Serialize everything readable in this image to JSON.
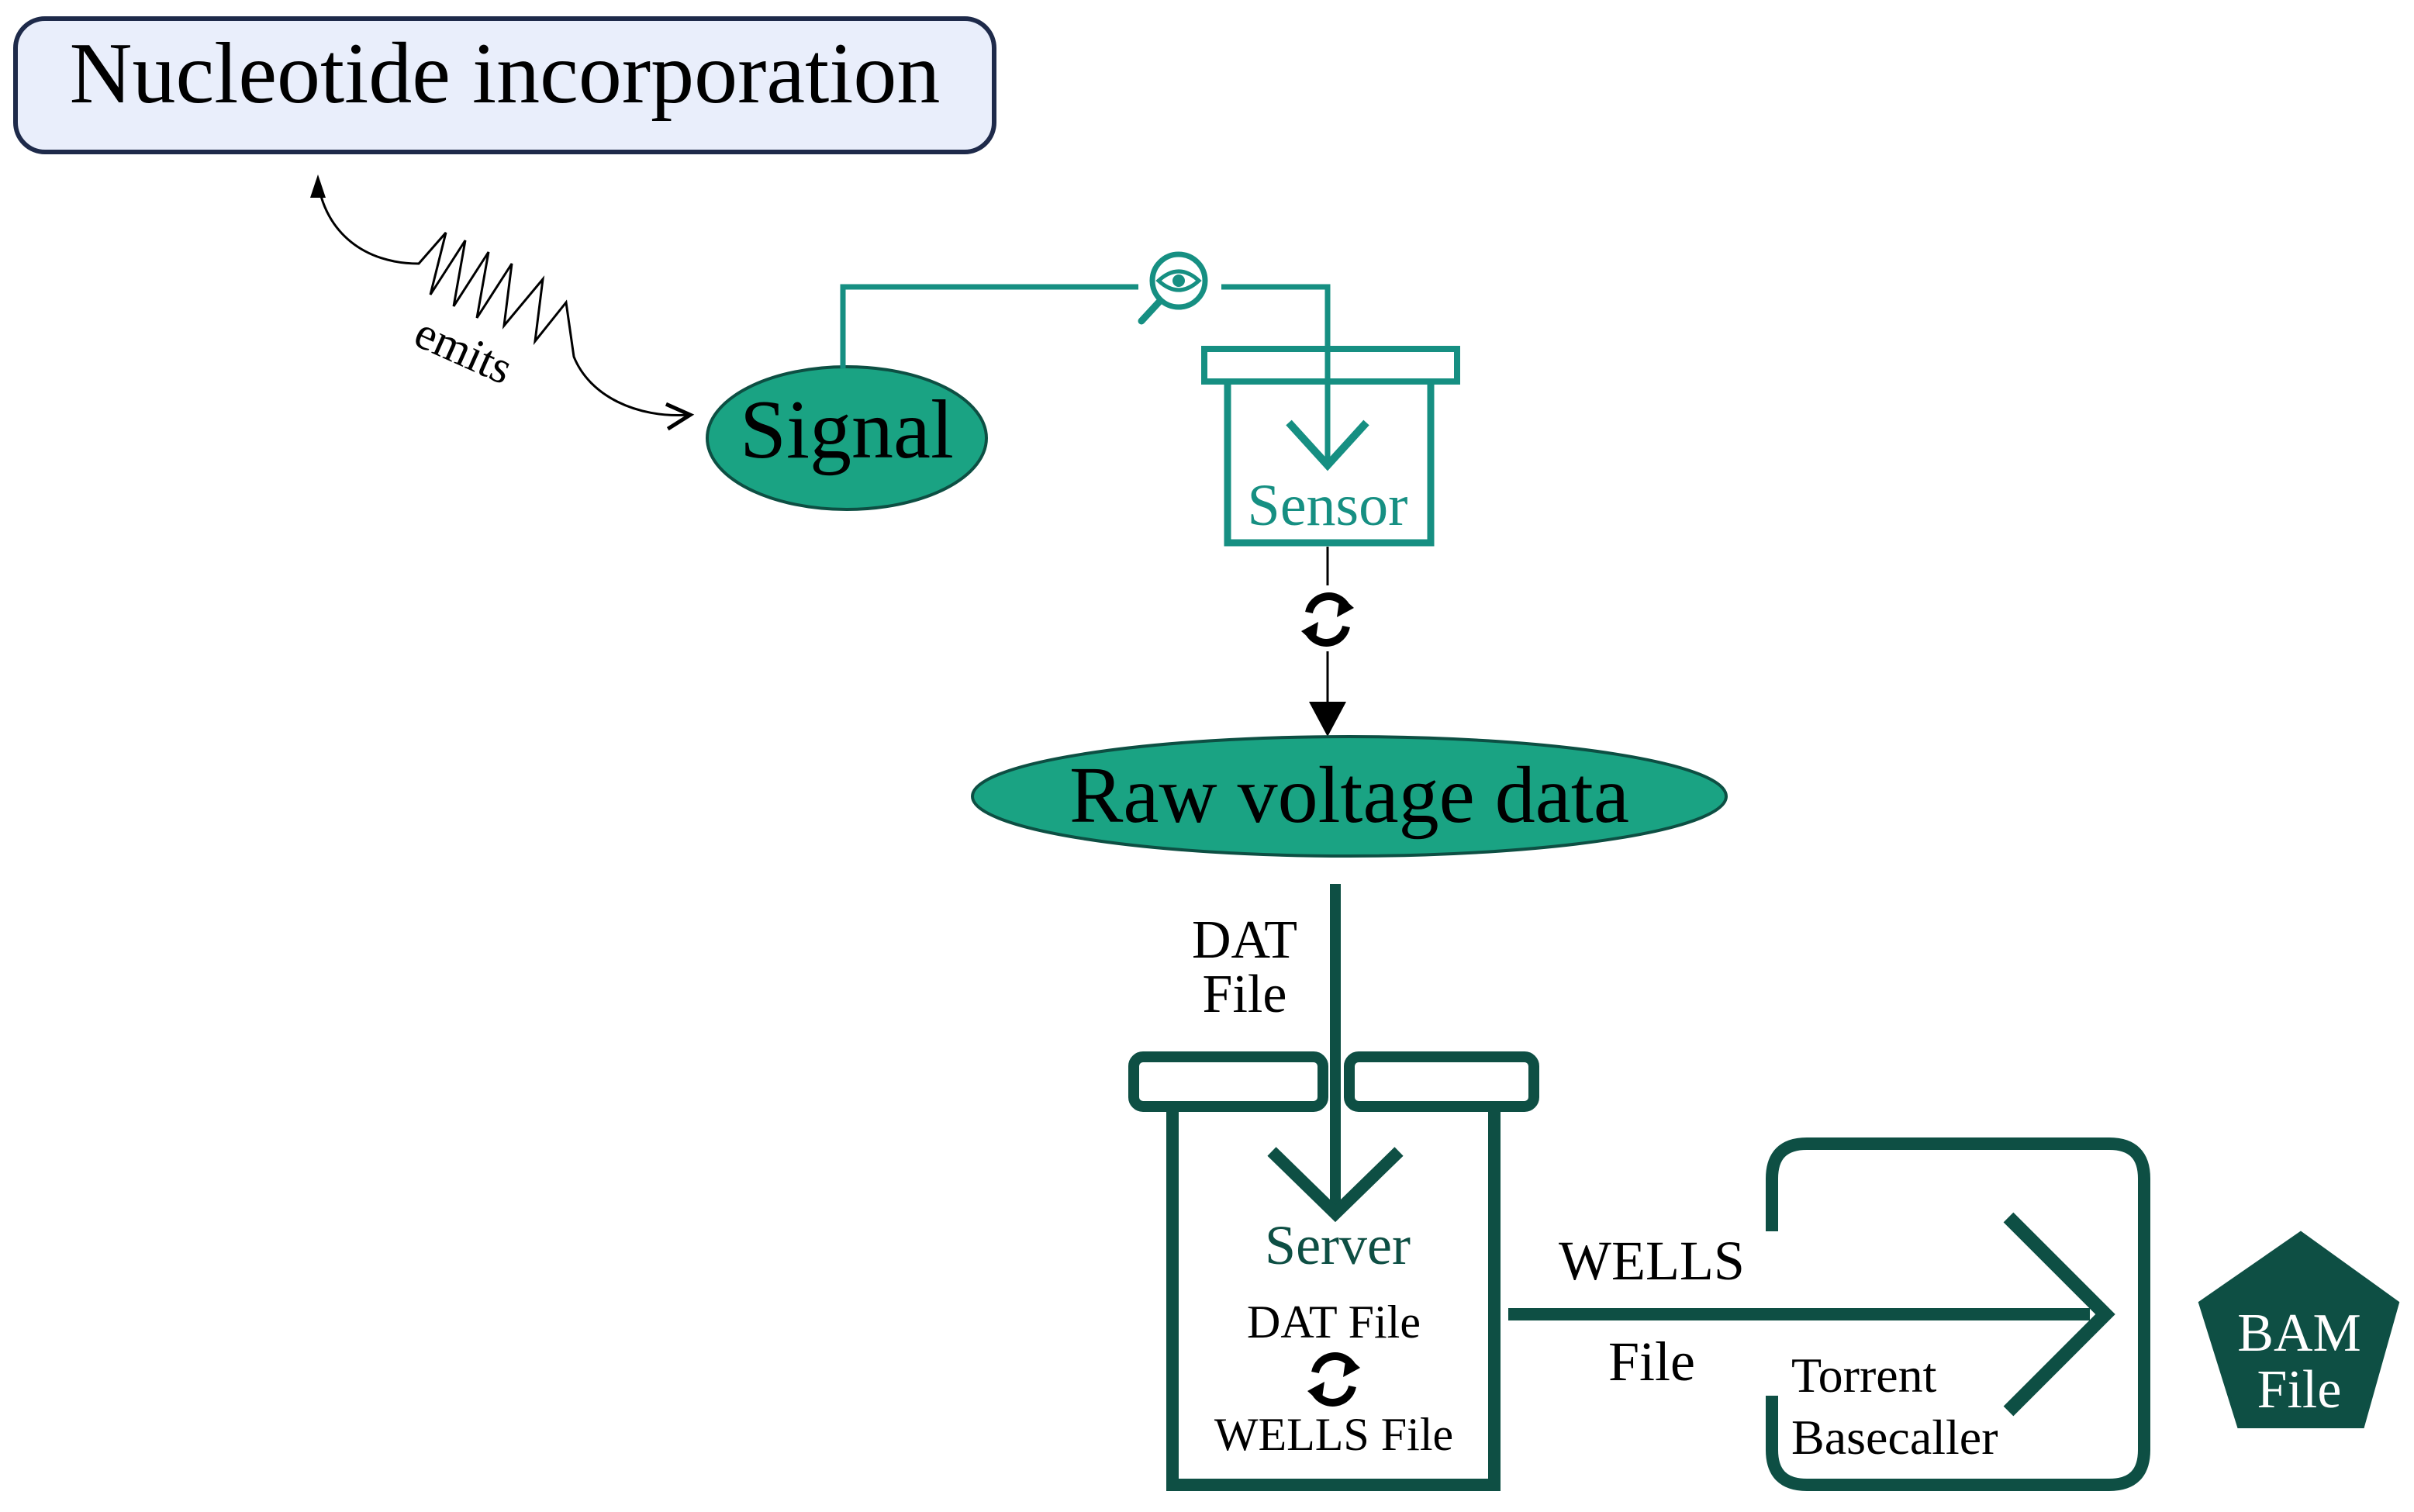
{
  "nodes": {
    "nucleotide": "Nucleotide incorporation",
    "signal": "Signal",
    "sensor": "Sensor",
    "raw_voltage": "Raw voltage data",
    "server": "Server",
    "server_in": "DAT File",
    "server_out": "WELLS File",
    "torrent_line1": "Torrent",
    "torrent_line2": "Basecaller",
    "bam_line1": "BAM",
    "bam_line2": "File"
  },
  "edges": {
    "emits": "emits",
    "dat_line1": "DAT",
    "dat_line2": "File",
    "wells_line1": "WELLS",
    "wells_line2": "File"
  },
  "colors": {
    "box_fill": "#e9eefb",
    "box_stroke": "#1e2a4a",
    "teal_fill": "#1aa383",
    "teal_stroke": "#0d4f43",
    "teal_line": "#168f82",
    "dark_green": "#0e4f44",
    "black": "#000000"
  },
  "icons": {
    "observe": "magnifier-eye-icon",
    "process": "refresh-cycle-icon"
  }
}
